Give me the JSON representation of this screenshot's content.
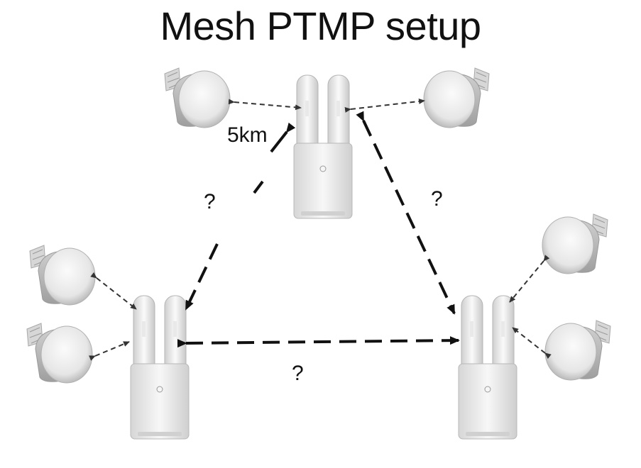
{
  "diagram": {
    "title": "Mesh PTMP setup",
    "distance_label": "5km",
    "unknown_link_labels": [
      "?",
      "?",
      "?"
    ]
  },
  "nodes": [
    {
      "id": "omni-top",
      "kind": "dual-antenna outdoor AP"
    },
    {
      "id": "omni-left",
      "kind": "dual-antenna outdoor AP"
    },
    {
      "id": "omni-right",
      "kind": "dual-antenna outdoor AP"
    },
    {
      "id": "client-top-left",
      "kind": "dish client"
    },
    {
      "id": "client-top-right",
      "kind": "dish client"
    },
    {
      "id": "client-left-upper",
      "kind": "dish client"
    },
    {
      "id": "client-left-lower",
      "kind": "dish client"
    },
    {
      "id": "client-right-upper",
      "kind": "dish client"
    },
    {
      "id": "client-right-lower",
      "kind": "dish client"
    }
  ],
  "links": [
    {
      "from": "omni-top",
      "to": "omni-left",
      "style": "long-dash",
      "label": "?"
    },
    {
      "from": "omni-top",
      "to": "omni-right",
      "style": "long-dash",
      "label": "?"
    },
    {
      "from": "omni-left",
      "to": "omni-right",
      "style": "long-dash",
      "label": "?"
    },
    {
      "from": "omni-top",
      "to": "client-top-left",
      "style": "short-dash"
    },
    {
      "from": "omni-top",
      "to": "client-top-right",
      "style": "short-dash"
    },
    {
      "from": "omni-left",
      "to": "client-left-upper",
      "style": "short-dash"
    },
    {
      "from": "omni-left",
      "to": "client-left-lower",
      "style": "short-dash"
    },
    {
      "from": "omni-right",
      "to": "client-right-upper",
      "style": "short-dash"
    },
    {
      "from": "omni-right",
      "to": "client-right-lower",
      "style": "short-dash"
    }
  ]
}
